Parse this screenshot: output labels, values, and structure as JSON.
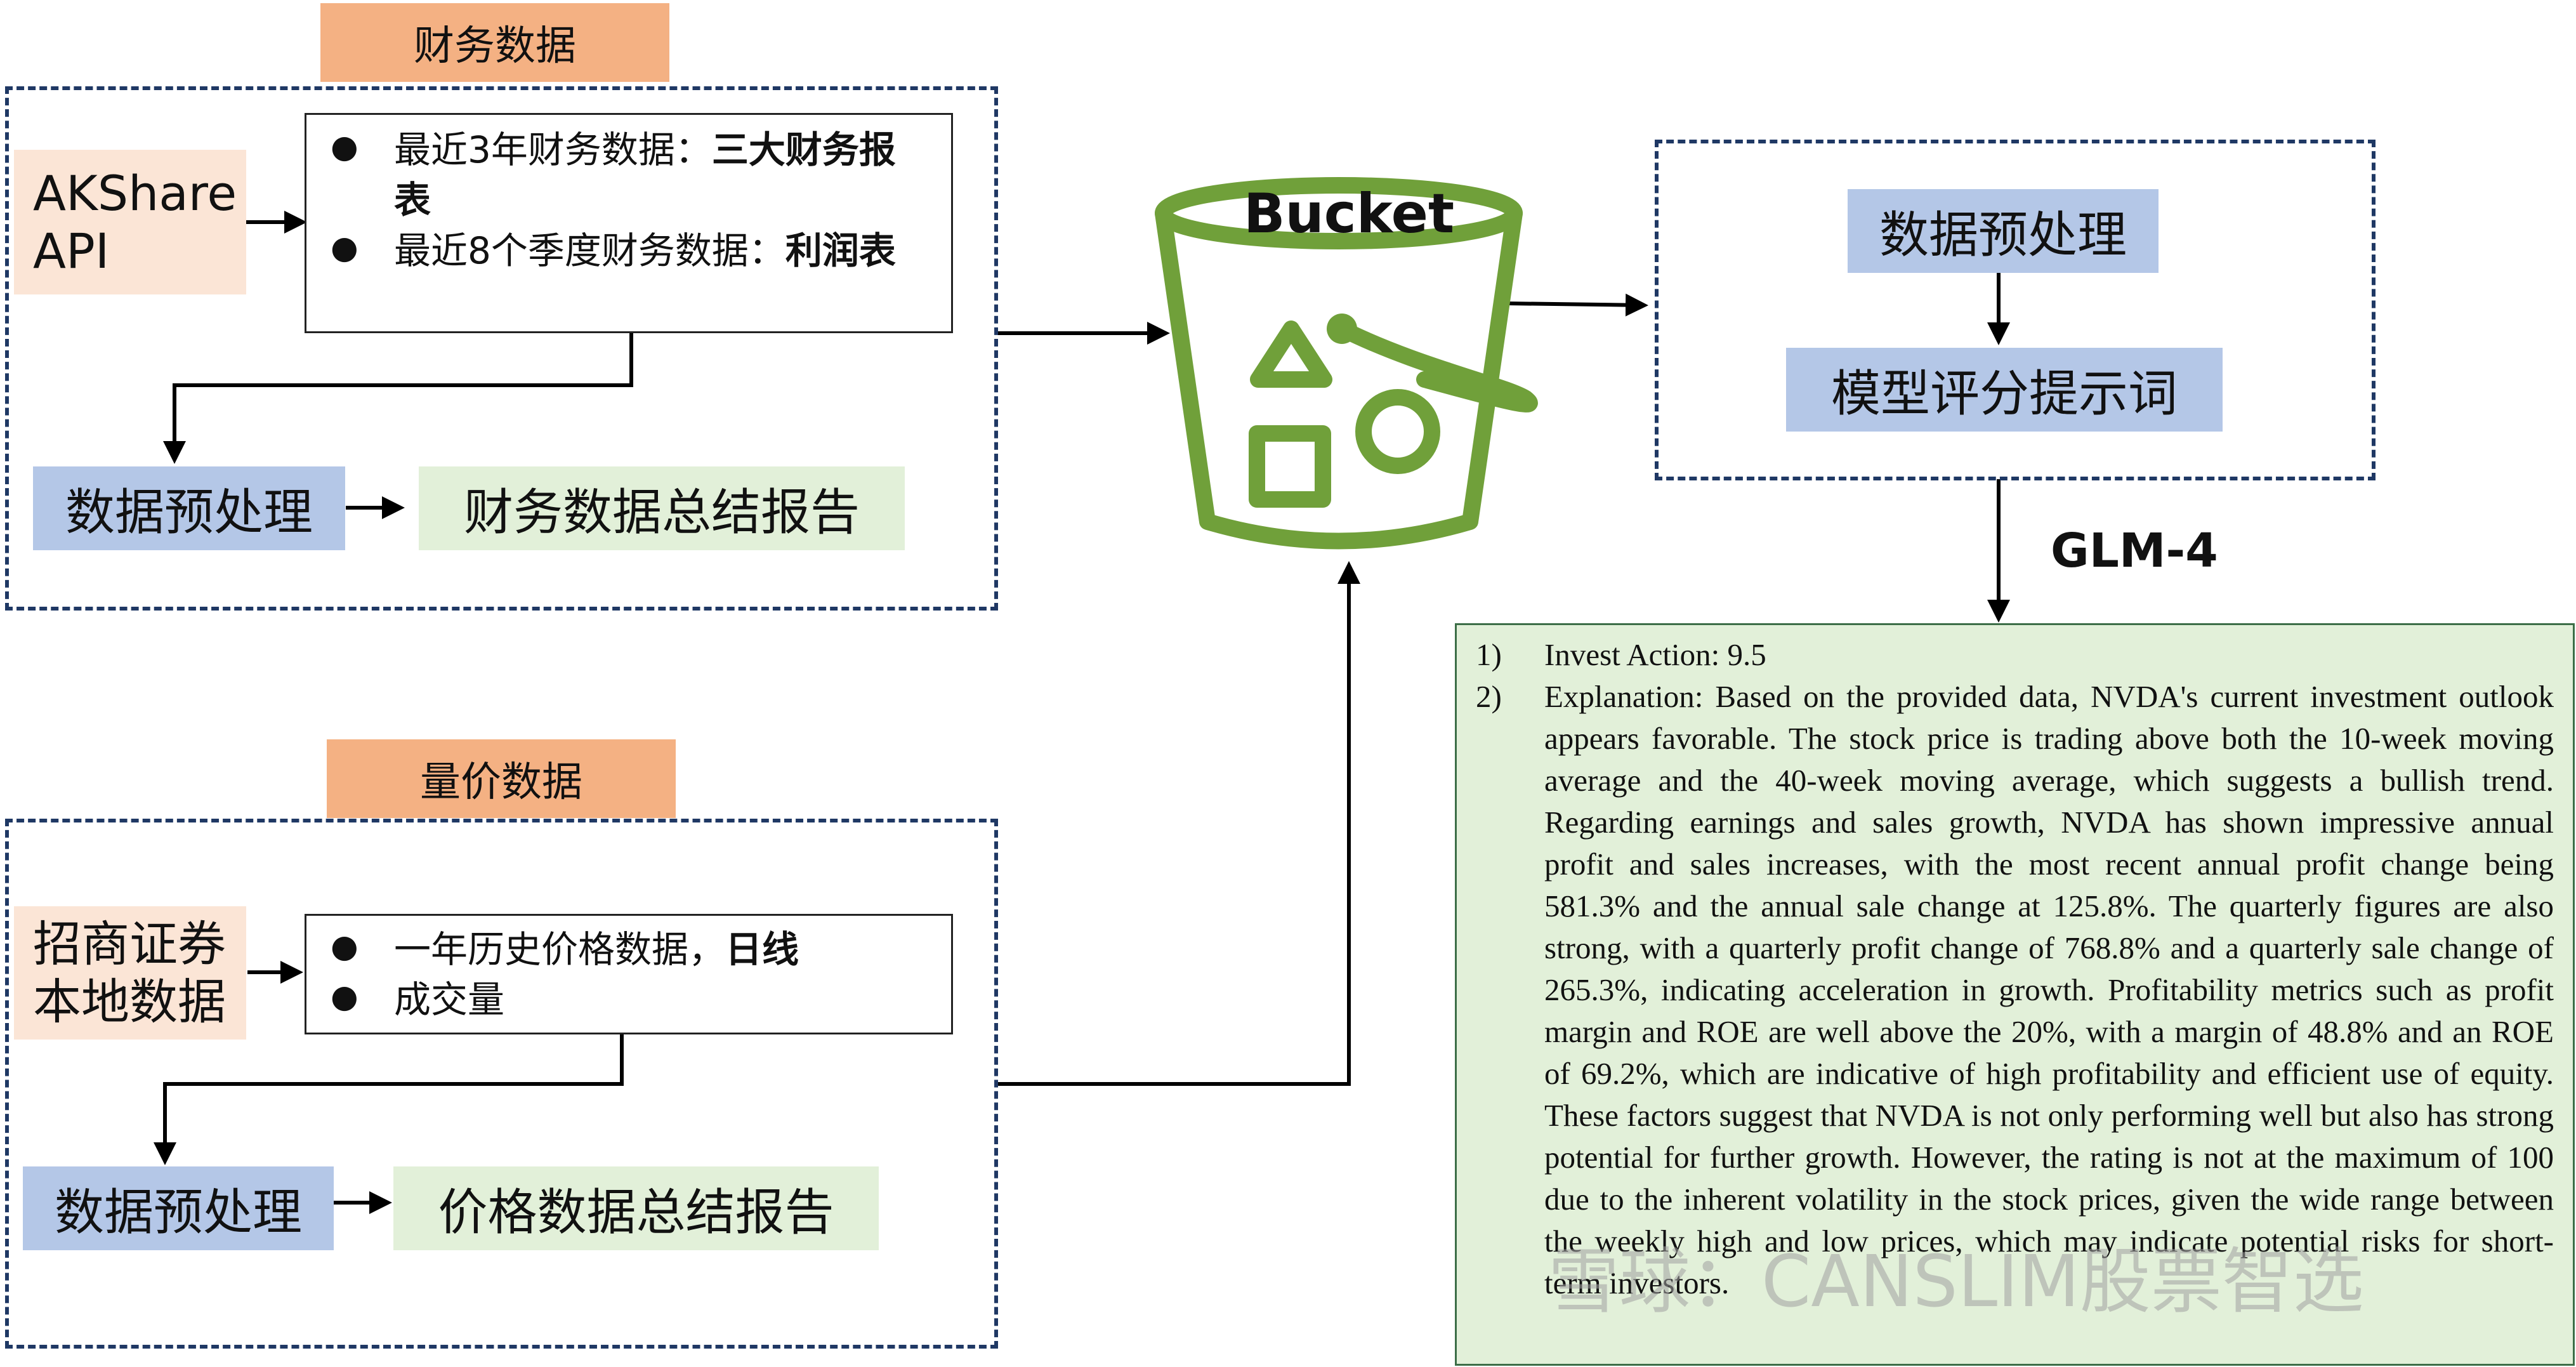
{
  "financial": {
    "tag": "财务数据",
    "source": [
      "AKShare",
      "API"
    ],
    "items": [
      {
        "text": "最近3年财务数据：",
        "bold": "三大财务报表"
      },
      {
        "text": "最近8个季度财务数据：",
        "bold": "利润表"
      }
    ],
    "preprocess": "数据预处理",
    "report": "财务数据总结报告"
  },
  "price": {
    "tag": "量价数据",
    "source": [
      "招商证券",
      "本地数据"
    ],
    "items": [
      {
        "text": "一年历史价格数据，",
        "bold": "日线"
      },
      {
        "text": "成交量",
        "bold": ""
      }
    ],
    "preprocess": "数据预处理",
    "report": "价格数据总结报告"
  },
  "bucket": {
    "label": "Bucket",
    "icon": "bucket-icon",
    "color": "#70a03a"
  },
  "model": {
    "preprocess": "数据预处理",
    "prompt": "模型评分提示词",
    "name": "GLM-4"
  },
  "result": {
    "items": [
      {
        "num": "1)",
        "text": "Invest Action: 9.5"
      },
      {
        "num": "2)",
        "text": "Explanation: Based on the provided data, NVDA's current investment outlook appears favorable. The stock price is trading above both the 10-week moving average and the 40-week moving average, which suggests a bullish trend. Regarding earnings and sales growth, NVDA has shown impressive annual profit and sales increases, with the most recent annual profit change being 581.3% and the annual sale change at 125.8%. The quarterly figures are also strong, with a quarterly profit change of 768.8% and a quarterly sale change of 265.3%, indicating acceleration in growth. Profitability metrics such as profit margin and ROE are well above the 20%, with a margin of 48.8% and an ROE of 69.2%, which are indicative of high profitability and efficient use of equity. These factors suggest that NVDA is not only performing well but also has strong potential for further growth. However, the rating is not at the maximum of 100 due to the inherent volatility in the stock prices, given the wide range between the weekly high and low prices, which may indicate potential risks for short-term investors."
      }
    ]
  },
  "watermark": "雪球：CANSLIM股票智选",
  "colors": {
    "tag": "#f4b183",
    "source": "#fbe5d6",
    "preprocess": "#b4c7e7",
    "report": "#e2f0d9",
    "dashed_border": "#1f3864"
  }
}
